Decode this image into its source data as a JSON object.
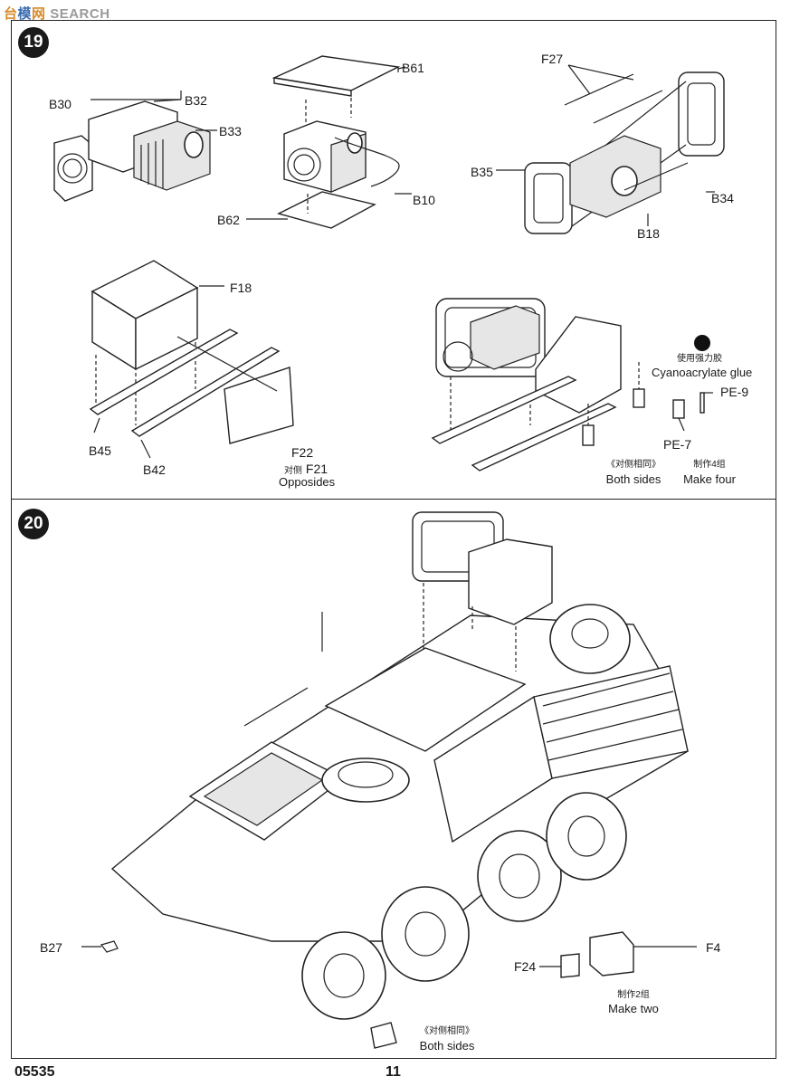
{
  "watermark": {
    "part1": "台",
    "part2": "模",
    "part3": "网",
    "rest": "SEARCH"
  },
  "step19": {
    "number": "19",
    "labels": {
      "b30": "B30",
      "b32": "B32",
      "b33": "B33",
      "b61": "B61",
      "b10": "B10",
      "b62": "B62",
      "f27": "F27",
      "b35": "B35",
      "b34": "B34",
      "b18": "B18",
      "f18": "F18",
      "b45": "B45",
      "b42": "B42",
      "f22": "F22",
      "f21_prefix": "对侧",
      "f21": "F21",
      "opposides": "Opposides",
      "pe9": "PE-9",
      "pe7": "PE-7"
    },
    "glue_cn": "使用强力胶",
    "glue_en": "Cyanoacrylate glue",
    "both_cn": "《对侧相同》",
    "both_en": "Both sides",
    "four_cn": "制作4组",
    "four_en": "Make four"
  },
  "step20": {
    "number": "20",
    "labels": {
      "b27": "B27",
      "f4": "F4",
      "f24": "F24"
    },
    "two_cn": "制作2组",
    "two_en": "Make two",
    "both_cn": "《对侧相同》",
    "both_en": "Both sides"
  },
  "footer": {
    "code": "05535",
    "page": "11"
  }
}
